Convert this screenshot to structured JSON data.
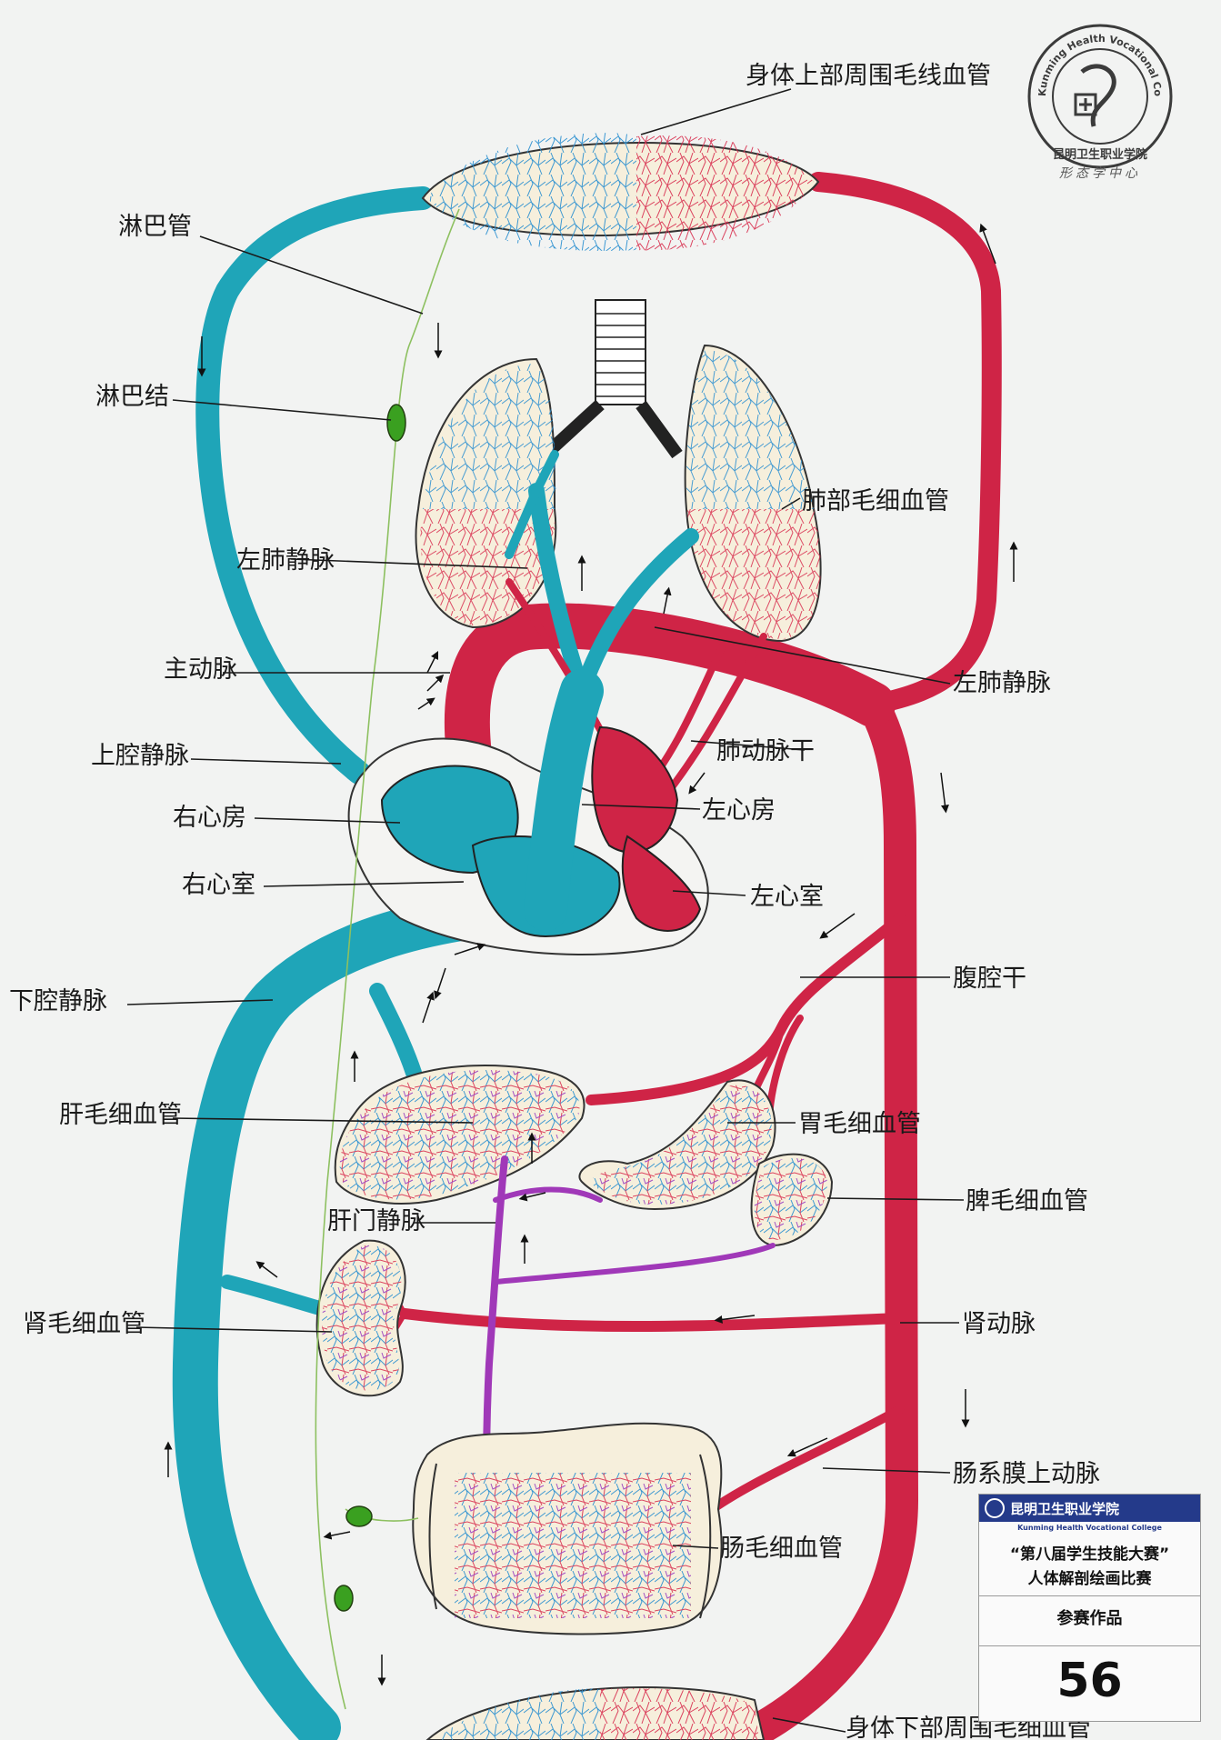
{
  "labels": {
    "upper_capillaries": "身体上部周围毛线血管",
    "lymph_duct": "淋巴管",
    "lymph_node": "淋巴结",
    "pulmonary_capillaries": "肺部毛细血管",
    "left_pulmonary_vein": "左肺静脉",
    "aorta": "主动脉",
    "right_pulmonary_vein": "左肺静脉",
    "superior_vena_cava": "上腔静脉",
    "pulmonary_trunk": "肺动脉干",
    "right_atrium": "右心房",
    "left_atrium": "左心房",
    "right_ventricle": "右心室",
    "left_ventricle": "左心室",
    "celiac_trunk": "腹腔干",
    "inferior_vena_cava": "下腔静脉",
    "liver_capillaries": "肝毛细血管",
    "stomach_capillaries": "胃毛细血管",
    "pancreas_capillaries": "脾毛细血管",
    "hepatic_portal_vein": "肝门静脉",
    "kidney_capillaries": "肾毛细血管",
    "renal_artery": "肾动脉",
    "mesenteric_artery": "肠系膜上动脉",
    "intestine_capillaries": "肠毛细血管",
    "lower_capillaries": "身体下部周围毛细血管"
  },
  "seal": {
    "text_en": "Kunming Health Vocational College",
    "text_cn": "昆明卫生职业学院",
    "caption": "形态学中心"
  },
  "entry_card": {
    "school": "昆明卫生职业学院",
    "school_en": "Kunming Health Vocational College",
    "line1": "“第八届学生技能大赛”",
    "line2": "人体解剖绘画比赛",
    "line3": "参赛作品",
    "number": "56"
  },
  "colors": {
    "vein": "#1fa5b8",
    "artery": "#cf2446",
    "portal": "#a038b8",
    "lymph": "#8dc060",
    "capillary_bed_fill": "#f4ecd8"
  }
}
